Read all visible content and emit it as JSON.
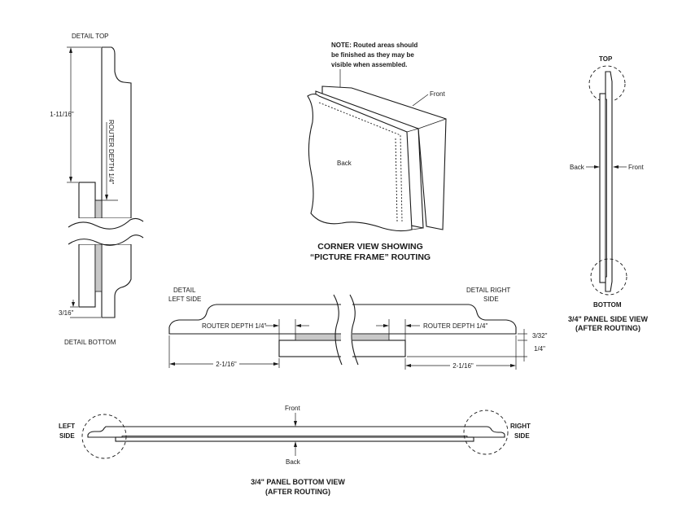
{
  "labels": {
    "detail_top": "DETAIL TOP",
    "detail_bottom": "DETAIL BOTTOM",
    "dim_1_11_16": "1-11/16\"",
    "dim_3_16": "3/16\"",
    "router_depth_vertical": "ROUTER DEPTH 1/4\"",
    "note_line1": "NOTE: Routed areas should",
    "note_line2": "be finished as they may be",
    "note_line3": "visible when assembled.",
    "corner_front": "Front",
    "corner_back": "Back",
    "corner_caption_1": "CORNER VIEW SHOWING",
    "corner_caption_2": "“PICTURE FRAME” ROUTING",
    "detail_left_side_1": "DETAIL",
    "detail_left_side_2": "LEFT SIDE",
    "detail_right_side_1": "DETAIL RIGHT",
    "detail_right_side_2": "SIDE",
    "router_depth_left": "ROUTER DEPTH 1/4\"",
    "router_depth_right": "ROUTER DEPTH 1/4\"",
    "dim_2_1_16_left": "2-1/16\"",
    "dim_2_1_16_right": "2-1/16\"",
    "dim_3_32": "3/32\"",
    "dim_1_4": "1/4\"",
    "side_top": "TOP",
    "side_bottom": "BOTTOM",
    "side_back": "Back",
    "side_front": "Front",
    "side_caption_1": "3/4\" PANEL SIDE VIEW",
    "side_caption_2": "(AFTER ROUTING)",
    "bottom_front": "Front",
    "bottom_back": "Back",
    "left_side_1": "LEFT",
    "left_side_2": "SIDE",
    "right_side_1": "RIGHT",
    "right_side_2": "SIDE",
    "bottom_caption_1": "3/4\" PANEL BOTTOM VIEW",
    "bottom_caption_2": "(AFTER ROUTING)"
  },
  "colors": {
    "line": "#1a1a1a",
    "routed_fill": "#c8c8c8",
    "background": "#ffffff"
  }
}
